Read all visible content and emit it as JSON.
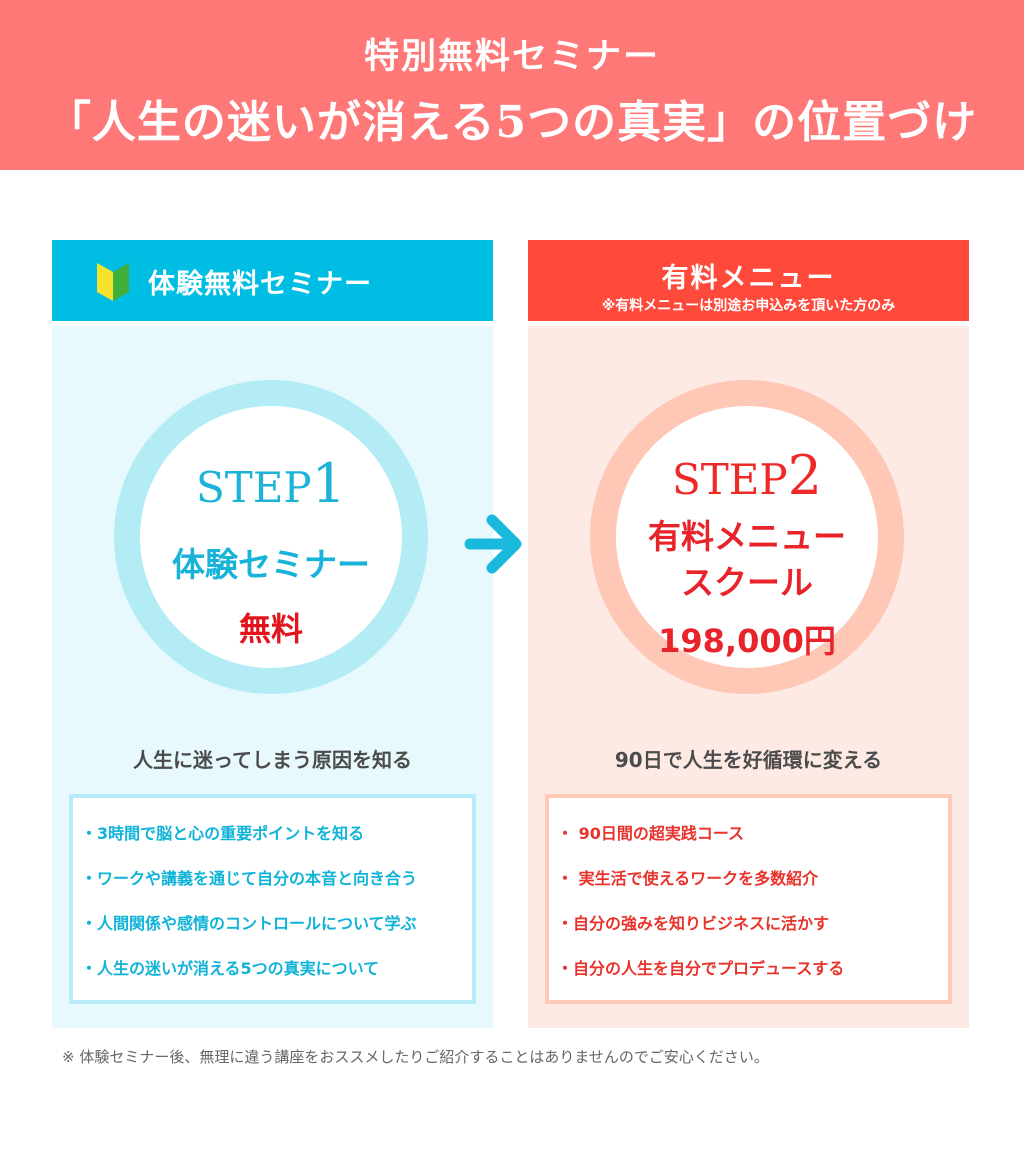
{
  "banner": {
    "line1": "特別無料セミナー",
    "line2": "「人生の迷いが消える5つの真実」の位置づけ"
  },
  "left": {
    "header": "体験無料セミナー",
    "header_icon": "beginner-mark-icon",
    "step_word": "STEP",
    "step_num": "1",
    "ring_title": "体験セミナー",
    "ring_price": "無料",
    "tagline": "人生に迷ってしまう原因を知る",
    "items": [
      "・3時間で脳と心の重要ポイントを知る",
      "・ワークや講義を通じて自分の本音と向き合う",
      "・人間関係や感情のコントロールについて学ぶ",
      "・人生の迷いが消える5つの真実について"
    ]
  },
  "right": {
    "header": "有料メニュー",
    "header_note": "※有料メニューは別途お申込みを頂いた方のみ",
    "step_word": "STEP",
    "step_num": "2",
    "ring_title_1": "有料メニュー",
    "ring_title_2": "スクール",
    "ring_price": "198,000円",
    "tagline": "90日で人生を好循環に変える",
    "items": [
      "・ 90日間の超実践コース",
      "・ 実生活で使えるワークを多数紹介",
      "・自分の強みを知りビジネスに活かす",
      "・自分の人生を自分でプロデュースする"
    ]
  },
  "arrow_icon": "arrow-right-icon",
  "footnote": "※ 体験セミナー後、無理に違う講座をおススメしたりご紹介することはありませんのでご安心ください。",
  "colors": {
    "banner": "#ff7878",
    "left_header": "#00bde3",
    "right_header": "#ff4a3b",
    "left_bg": "#e7f9fd",
    "right_bg": "#fdeae4",
    "left_ring": "#b4ecf6",
    "right_ring": "#ffc8b6",
    "arrow": "#1bb8dd"
  }
}
